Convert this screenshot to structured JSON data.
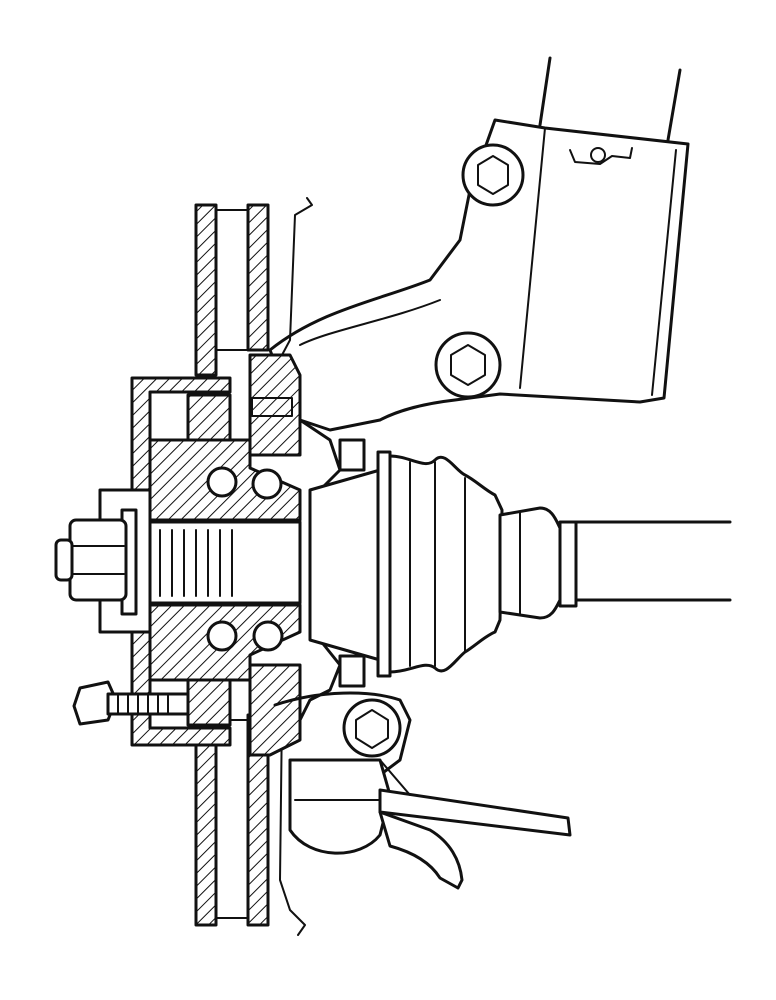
{
  "figure": {
    "ink_color": "#111111",
    "background_color": "#ffffff",
    "parts": [
      "suspension-strut",
      "strut-clamp-bolt-upper",
      "strut-clamp-bolt-lower",
      "brake-disc",
      "dust-shield",
      "wheel-hub",
      "hub-bearing",
      "hub-nut",
      "wheel-bolt",
      "cv-joint-boot",
      "drive-shaft",
      "lower-ball-joint",
      "control-arm"
    ]
  }
}
